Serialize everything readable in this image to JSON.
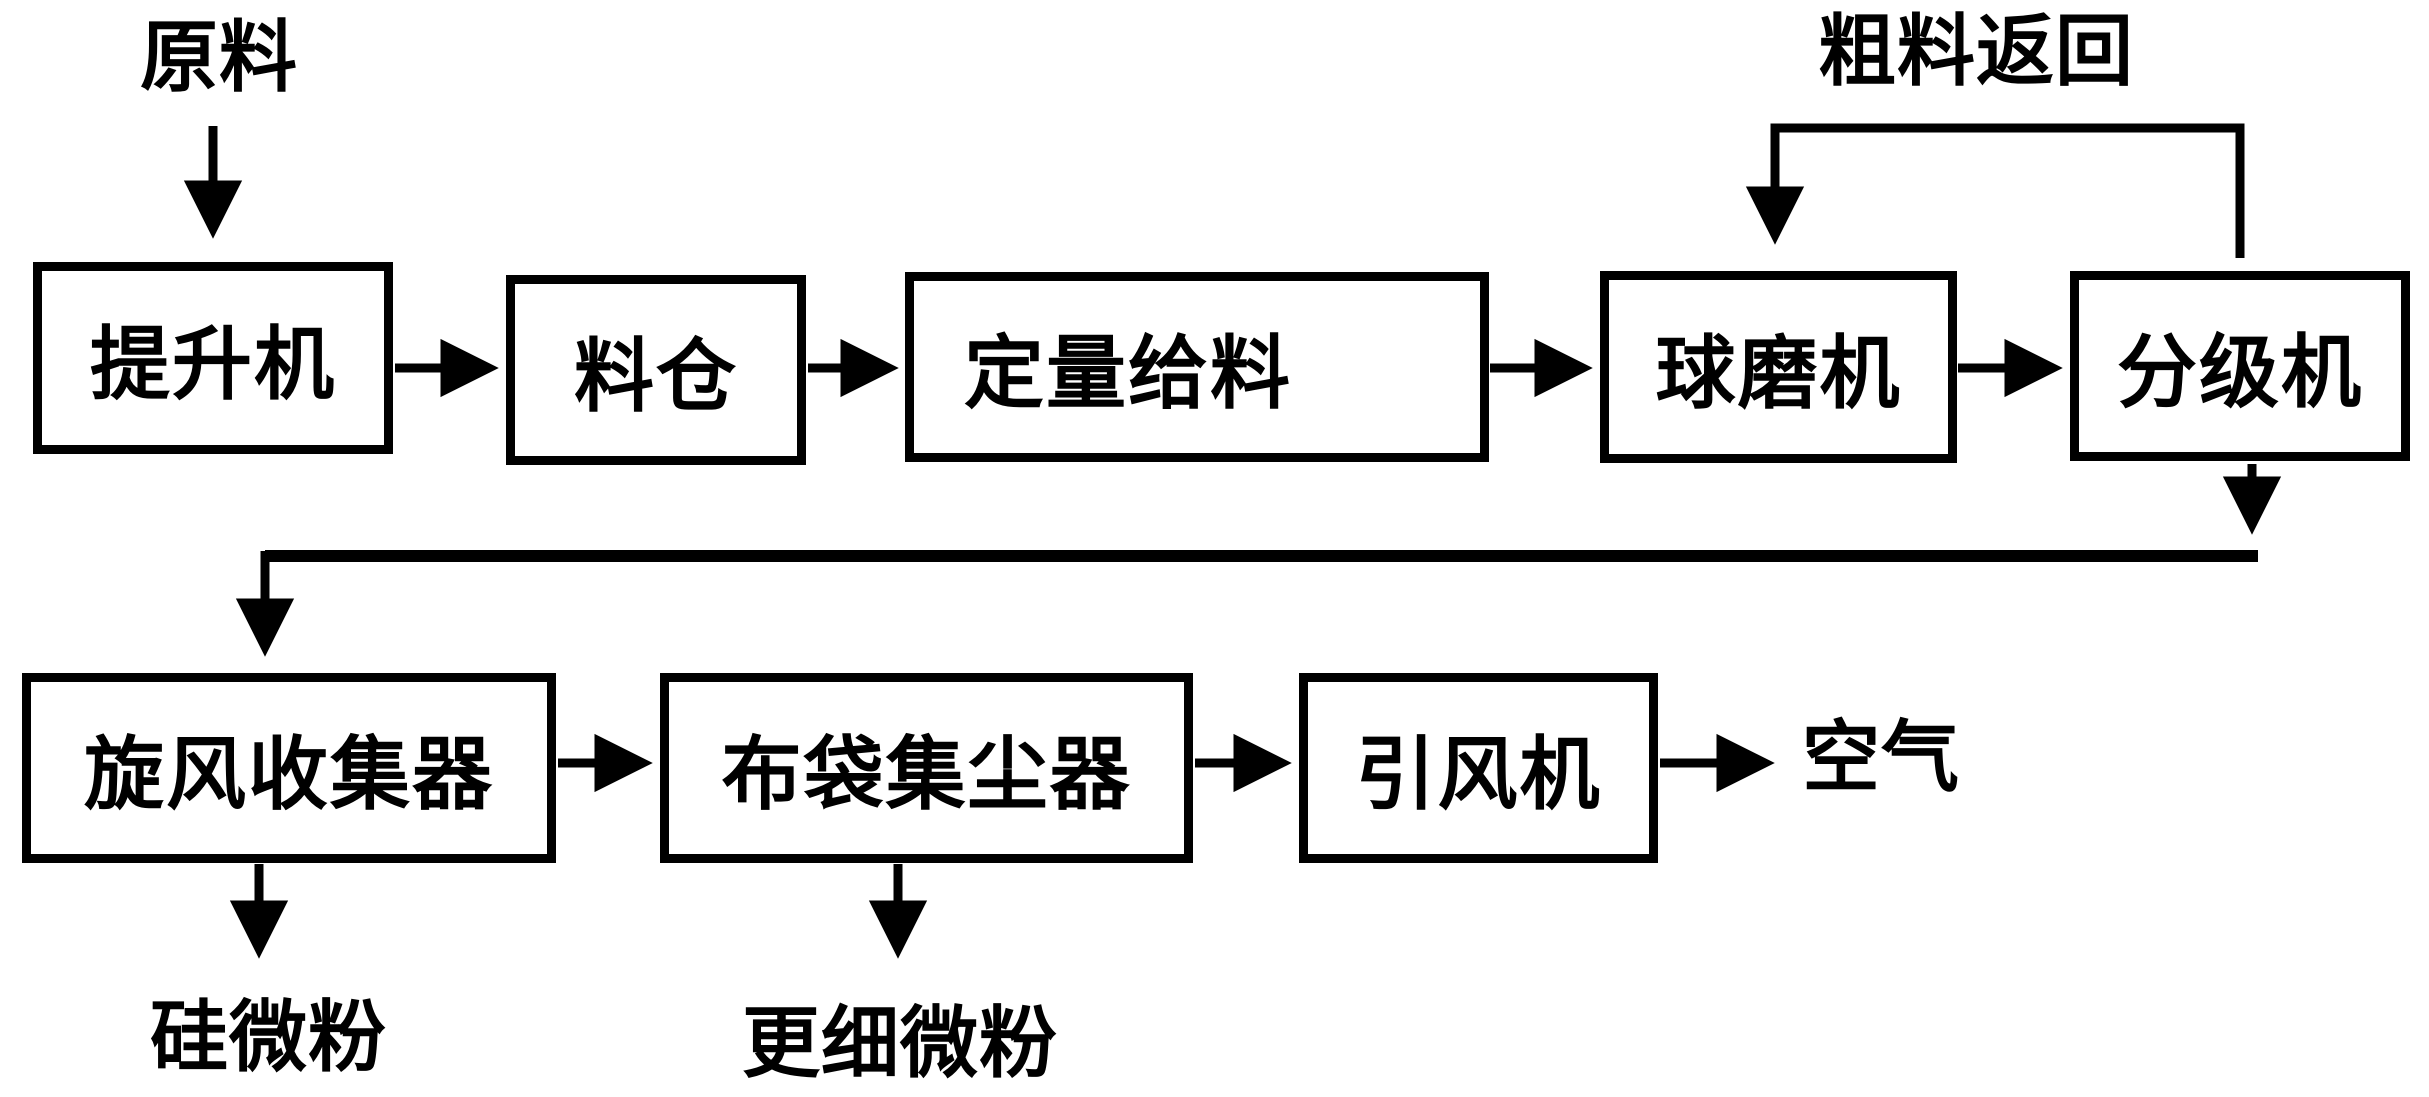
{
  "diagram": {
    "type": "process-flowchart",
    "background": "#ffffff",
    "ink": "#000000",
    "nodes": {
      "elevator": "提升机",
      "silo": "料仓",
      "feeder": "定量给料",
      "ball_mill": "球磨机",
      "classifier": "分级机",
      "cyclone_collector": "旋风收集器",
      "bag_dust_collector": "布袋集尘器",
      "induced_draft_fan": "引风机"
    },
    "terminals": {
      "raw_material": "原料",
      "coarse_return": "粗料返回",
      "air": "空气",
      "silica_micropowder": "硅微粉",
      "finer_micropowder": "更细微粉"
    },
    "edges": [
      {
        "from": "原料",
        "to": "提升机"
      },
      {
        "from": "提升机",
        "to": "料仓"
      },
      {
        "from": "料仓",
        "to": "定量给料"
      },
      {
        "from": "定量给料",
        "to": "球磨机"
      },
      {
        "from": "球磨机",
        "to": "分级机"
      },
      {
        "from": "分级机",
        "to": "球磨机",
        "label": "粗料返回"
      },
      {
        "from": "分级机",
        "to": "旋风收集器"
      },
      {
        "from": "旋风收集器",
        "to": "布袋集尘器"
      },
      {
        "from": "旋风收集器",
        "to": "硅微粉"
      },
      {
        "from": "布袋集尘器",
        "to": "引风机"
      },
      {
        "from": "布袋集尘器",
        "to": "更细微粉"
      },
      {
        "from": "引风机",
        "to": "空气"
      }
    ]
  }
}
